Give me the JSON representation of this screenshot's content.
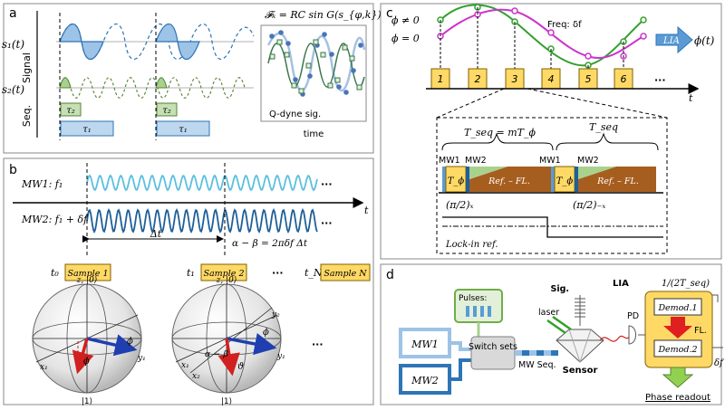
{
  "panels": {
    "a": {
      "letter": "a",
      "signal_label": "Signal",
      "seq_label": "Seq.",
      "s1": "s₁(t)",
      "s2": "s₂(t)",
      "tau2": "τ₂",
      "tau1": "τ₁",
      "formula": "𝓕ₖ = RC sin G(s_{φ,k})",
      "qdyne": "Q-dyne sig.",
      "time": "time"
    },
    "b": {
      "letter": "b",
      "mw1": "MW1: f₁",
      "mw2": "MW2: f₁ + δf",
      "t_axis": "t",
      "delta_t": "Δt",
      "phase_rel": "α − β = 2πδf Δt",
      "t0": "t₀",
      "t1": "t₁",
      "tN": "t_N",
      "dots": "···",
      "samples": [
        "Sample 1",
        "Sample 2",
        "Sample N"
      ],
      "bloch1": {
        "z": "z, |0⟩",
        "one": "|1⟩",
        "x": "x₁",
        "y": "y₁",
        "phi": "ϕ",
        "phi_r": "ϕ"
      },
      "bloch2": {
        "z": "z, |0⟩",
        "one": "|1⟩",
        "x1": "x₁",
        "x2": "x₂",
        "y1": "y₁",
        "y2": "y₂",
        "phi": "ϕ",
        "theta": "ϑ",
        "ab": "α − β"
      }
    },
    "c": {
      "letter": "c",
      "phi_ne": "ϕ ≠ 0",
      "phi_eq": "ϕ = 0",
      "freq": "Freq: δf",
      "lia": "LIA",
      "phi_t": "ϕ(t)",
      "t_axis": "t",
      "numbers": [
        "1",
        "2",
        "3",
        "4",
        "5",
        "6"
      ],
      "dots": "···",
      "tseq_m": "T_seq = mT_ϕ",
      "tseq": "T_seq",
      "mw1": "MW1",
      "mw2": "MW2",
      "tphi": "T_ϕ",
      "ref": "Ref. – FL.",
      "pi2x": "(π/2)ₓ",
      "pi2mx": "(π/2)₋ₓ",
      "lockin": "Lock-in ref."
    },
    "d": {
      "letter": "d",
      "pulses": "Pulses:",
      "mw1": "MW1",
      "mw2": "MW2",
      "switch": "Switch sets",
      "mwseq": "MW Seq.",
      "laser": "laser",
      "sig": "Sig.",
      "sensor": "Sensor",
      "pd": "PD",
      "lia": "LIA",
      "tseq_inv": "1/(2T_seq)",
      "demod1": "Demod.1",
      "demod2": "Demod.2",
      "fl": "FL.",
      "deltaf": "δf",
      "readout": "Phase readout"
    }
  },
  "colors": {
    "blue_fill": "#9dc3e6",
    "green_fill": "#a9d18e",
    "orange_box": "#ffd966",
    "dark_blue": "#2e75b6",
    "light_blue": "#5bc0de",
    "green_line": "#33a02c",
    "magenta_line": "#cc33cc",
    "brown": "#a65e1f"
  }
}
